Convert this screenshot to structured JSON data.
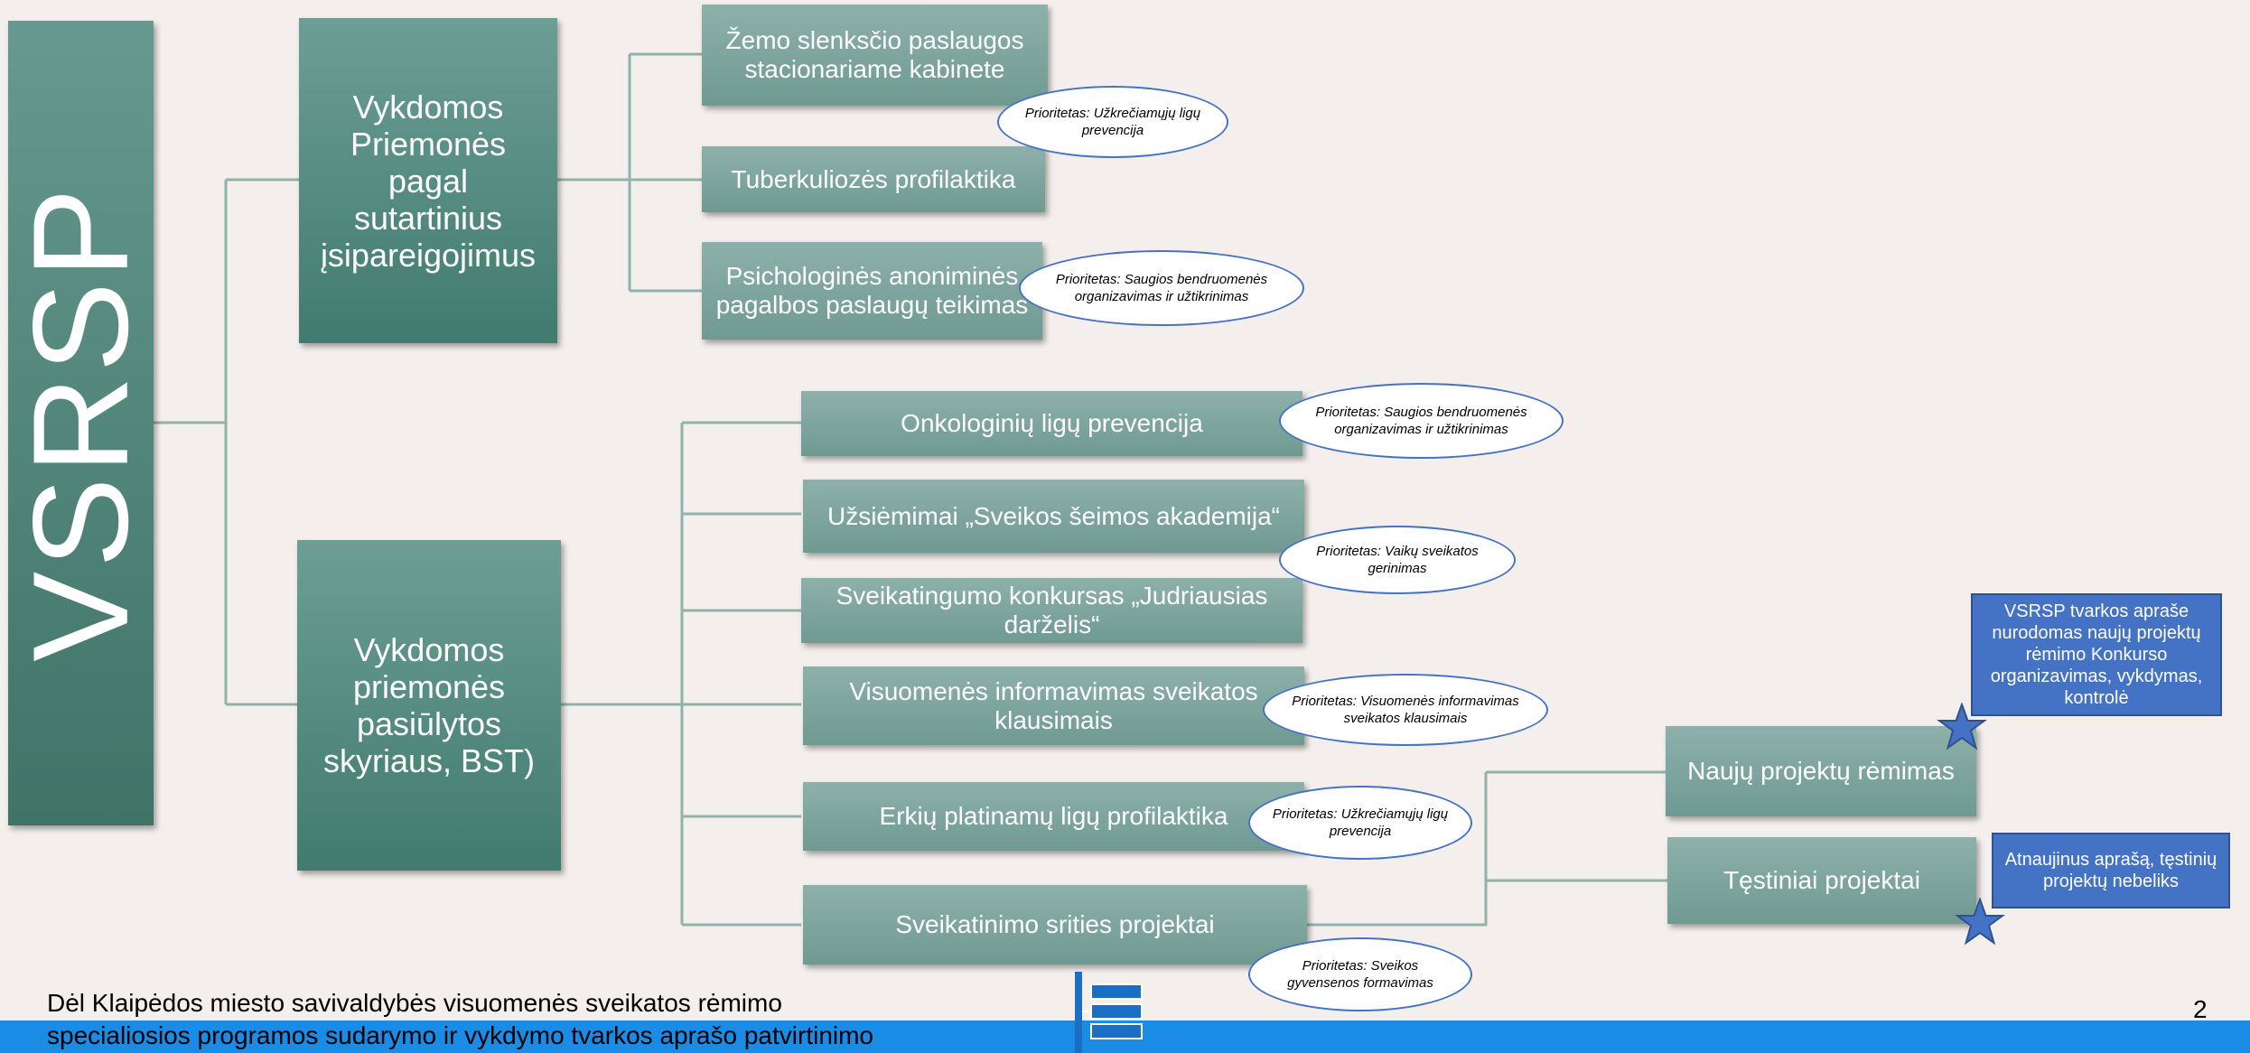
{
  "root": {
    "label": "VSRSP"
  },
  "groups": [
    {
      "title": "Vykdomos Priemonės pagal sutartinius įsipareigojimus",
      "items": [
        {
          "label": "Žemo slenksčio paslaugos stacionariame kabinete",
          "priority": "Prioritetas: Užkrečiamųjų ligų prevencija"
        },
        {
          "label": "Tuberkuliozės profilaktika",
          "priority": ""
        },
        {
          "label": "Psichologinės anoniminės pagalbos paslaugų teikimas",
          "priority": "Prioritetas: Saugios bendruomenės organizavimas ir užtikrinimas"
        }
      ]
    },
    {
      "title": "Vykdomos priemonės pasiūlytos skyriaus, BST)",
      "items": [
        {
          "label": "Onkologinių ligų prevencija",
          "priority": "Prioritetas: Saugios bendruomenės organizavimas ir užtikrinimas"
        },
        {
          "label": "Užsiėmimai „Sveikos šeimos akademija“",
          "priority": "Prioritetas: Vaikų sveikatos gerinimas"
        },
        {
          "label": "Sveikatingumo konkursas „Judriausias darželis“",
          "priority": ""
        },
        {
          "label": "Visuomenės informavimas sveikatos klausimais",
          "priority": "Prioritetas: Visuomenės informavimas sveikatos klausimais"
        },
        {
          "label": "Erkių platinamų ligų profilaktika",
          "priority": "Prioritetas: Užkrečiamųjų ligų prevencija"
        },
        {
          "label": "Sveikatinimo srities projektai",
          "priority": "Prioritetas:  Sveikos gyvensenos formavimas"
        }
      ]
    }
  ],
  "projects": [
    {
      "label": "Naujų projektų rėmimas",
      "note": "VSRSP tvarkos apraše nurodomas naujų projektų rėmimo Konkurso organizavimas, vykdymas, kontrolė"
    },
    {
      "label": "Tęstiniai projektai",
      "note": "Atnaujinus aprašą, tęstinių projektų nebeliks"
    }
  ],
  "footer": {
    "line1": "Dėl Klaipėdos miesto savivaldybės visuomenės sveikatos rėmimo",
    "line2": "specialiosios programos sudarymo ir vykdymo tvarkos aprašo patvirtinimo",
    "page_number": "2"
  },
  "colors": {
    "background": "#f4efed",
    "box_dark": "#3f7467",
    "box_light": "#8db1aa",
    "bubble_border": "#4472c4",
    "note_fill": "#4472c4",
    "star": "#4472c4",
    "footer_bar": "#1a8ce6",
    "connector": "#8fb3ab"
  }
}
